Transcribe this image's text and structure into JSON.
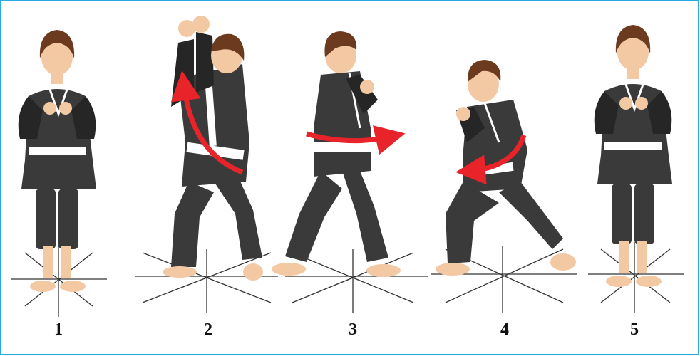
{
  "figures": [
    {
      "label": "1"
    },
    {
      "label": "2"
    },
    {
      "label": "3"
    },
    {
      "label": "4"
    },
    {
      "label": "5"
    }
  ],
  "colors": {
    "border": "#29a9e1",
    "uniform": "#3a3a3a",
    "uniform_shade": "#262626",
    "skin": "#f3c9a4",
    "hair": "#6b3a1f",
    "belt": "#ffffff",
    "arrow": "#e8232a",
    "ground_lines": "#333333"
  }
}
